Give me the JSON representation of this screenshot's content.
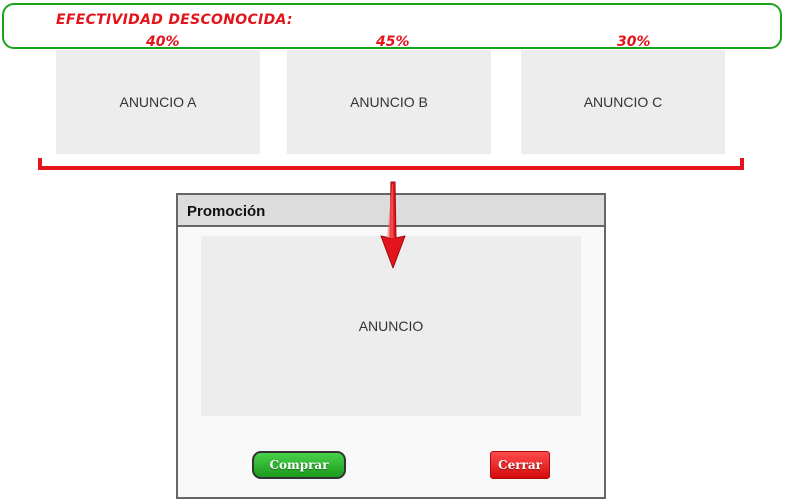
{
  "annotation": {
    "title": "EFECTIVIDAD DESCONOCIDA:",
    "percentages": [
      "40%",
      "45%",
      "30%"
    ],
    "color": "#e3141b",
    "border_color": "#1aa31a"
  },
  "ads": [
    {
      "label": "ANUNCIO A",
      "effectiveness": 40
    },
    {
      "label": "ANUNCIO B",
      "effectiveness": 45
    },
    {
      "label": "ANUNCIO C",
      "effectiveness": 30
    }
  ],
  "dialog": {
    "title": "Promoción",
    "ad_label": "ANUNCIO",
    "buy_label": "Comprar",
    "close_label": "Cerrar"
  },
  "colors": {
    "accent_red": "#e3141b",
    "buy_button": "#2fb52f",
    "close_button": "#e01212",
    "card_bg": "#ededed"
  }
}
